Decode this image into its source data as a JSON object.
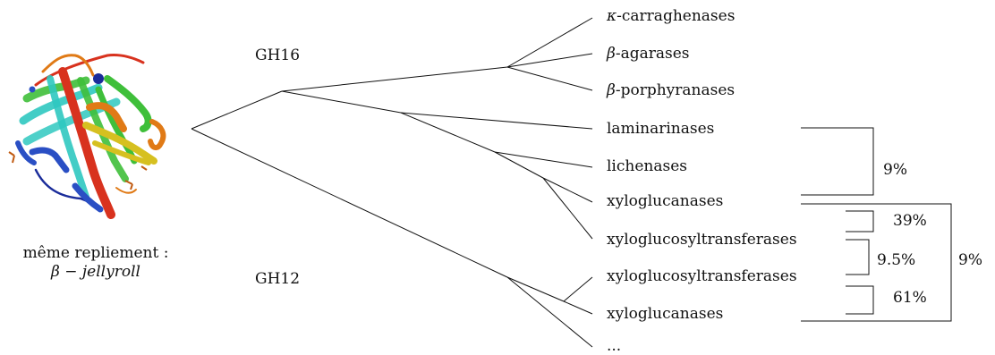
{
  "protein": {
    "caption_line1": "même repliement :",
    "caption_line2": "β − jellyroll"
  },
  "groups": {
    "gh16": "GH16",
    "gh12": "GH12"
  },
  "leaves": [
    {
      "greek": "κ",
      "text": "-carraghenases"
    },
    {
      "greek": "β",
      "text": "-agarases"
    },
    {
      "greek": "β",
      "text": "-porphyranases"
    },
    {
      "greek": "",
      "text": "laminarinases"
    },
    {
      "greek": "",
      "text": "lichenases"
    },
    {
      "greek": "",
      "text": "xyloglucanases"
    },
    {
      "greek": "",
      "text": "xyloglucosyltransferases"
    },
    {
      "greek": "",
      "text": "xyloglucosyltransferases"
    },
    {
      "greek": "",
      "text": "xyloglucanases"
    },
    {
      "greek": "",
      "text": "..."
    }
  ],
  "identities": {
    "lam_xyl": "9%",
    "pair_39": "39%",
    "pair_95": "9.5%",
    "pair_61": "61%",
    "outer": "9%"
  },
  "colors": {
    "line": "#111111",
    "ribbon_red": "#d8321e",
    "ribbon_orange": "#e07a16",
    "ribbon_yellow": "#d6c020",
    "ribbon_green": "#3fbf3a",
    "ribbon_cyan": "#2fc8c0",
    "ribbon_blue": "#2a4fc4",
    "ribbon_navy": "#1a2c9a"
  }
}
